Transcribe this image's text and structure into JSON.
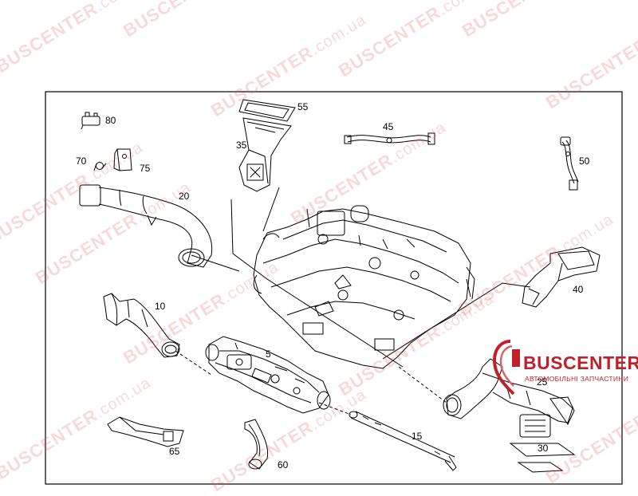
{
  "watermark": {
    "brand": "BUSCENTER",
    "domain": ".com.ua",
    "color": "#dc5050"
  },
  "logo": {
    "brand": "BUSCENTER",
    "tagline": "АВТОМОБІЛЬНІ ЗАПЧАСТИНИ",
    "color": "#c0202a"
  },
  "callouts": {
    "p5": "5",
    "p10": "10",
    "p15": "15",
    "p20": "20",
    "p25": "25",
    "p30": "30",
    "p35": "35",
    "p40": "40",
    "p45": "45",
    "p50": "50",
    "p55": "55",
    "p60": "60",
    "p65": "65",
    "p70": "70",
    "p75": "75",
    "p80": "80"
  }
}
